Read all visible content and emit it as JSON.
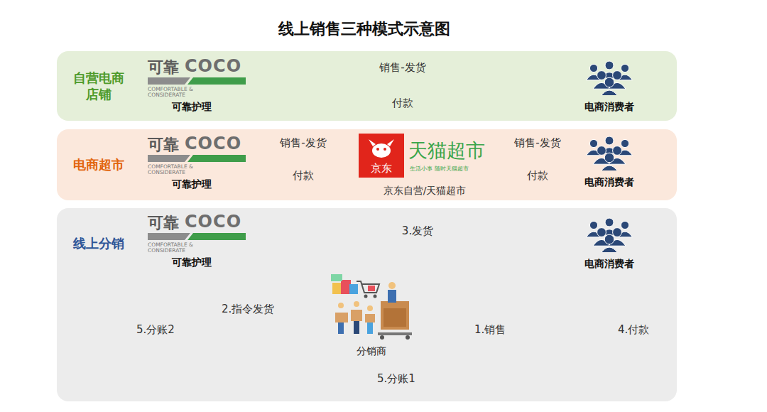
{
  "diagram": {
    "title": "线上销售三种模式示意图",
    "nodes": [
      {
        "text": [
          "自营电商店铺"
        ]
      },
      {
        "text": [
          "可靠",
          "COCO",
          "COMFORTABLE & CONSIDERATE",
          "可靠护理"
        ],
        "in": 0
      },
      {
        "text": [
          "电商消费者"
        ],
        "in": 0
      },
      {
        "text": [
          "电商超市"
        ]
      },
      {
        "text": [
          "可靠",
          "COCO",
          "COMFORTABLE & CONSIDERATE",
          "可靠护理"
        ],
        "in": 3
      },
      {
        "text": [
          "京东",
          "天猫超市",
          "生活小事 随时天猫超市",
          "京东自营/天猫超市"
        ],
        "in": 3
      },
      {
        "text": [
          "电商消费者"
        ],
        "in": 3
      },
      {
        "text": [
          "线上分销"
        ]
      },
      {
        "text": [
          "可靠",
          "COCO",
          "COMFORTABLE & CONSIDERATE",
          "可靠护理"
        ],
        "in": 7
      },
      {
        "text": [
          "电商消费者"
        ],
        "in": 7
      },
      {
        "text": [
          "分销商"
        ],
        "in": 7
      }
    ],
    "edges": [
      {
        "from": 1,
        "to": 2,
        "label": "销售-发货",
        "arrow": "to"
      },
      {
        "from": 2,
        "to": 1,
        "label": "付款",
        "arrow": "to"
      },
      {
        "from": 4,
        "to": 5,
        "label": "销售-发货",
        "arrow": "to"
      },
      {
        "from": 5,
        "to": 4,
        "label": "付款",
        "arrow": "to"
      },
      {
        "from": 5,
        "to": 6,
        "label": "销售-发货",
        "arrow": "to"
      },
      {
        "from": 6,
        "to": 5,
        "label": "付款",
        "arrow": "to"
      },
      {
        "from": 8,
        "to": 9,
        "label": "3.发货",
        "arrow": "to"
      },
      {
        "from": 10,
        "to": 8,
        "label": "2.指令发货",
        "arrow": "to"
      },
      {
        "from": 10,
        "to": 9,
        "label": "1.销售",
        "arrow": "to"
      },
      {
        "from": 9,
        "to": 10,
        "label": "5.分账1",
        "arrow": "to"
      },
      {
        "from": 9,
        "to": 8,
        "label": "5.分账2",
        "arrow": "to"
      }
    ],
    "labels": [
      "4.付款"
    ]
  }
}
